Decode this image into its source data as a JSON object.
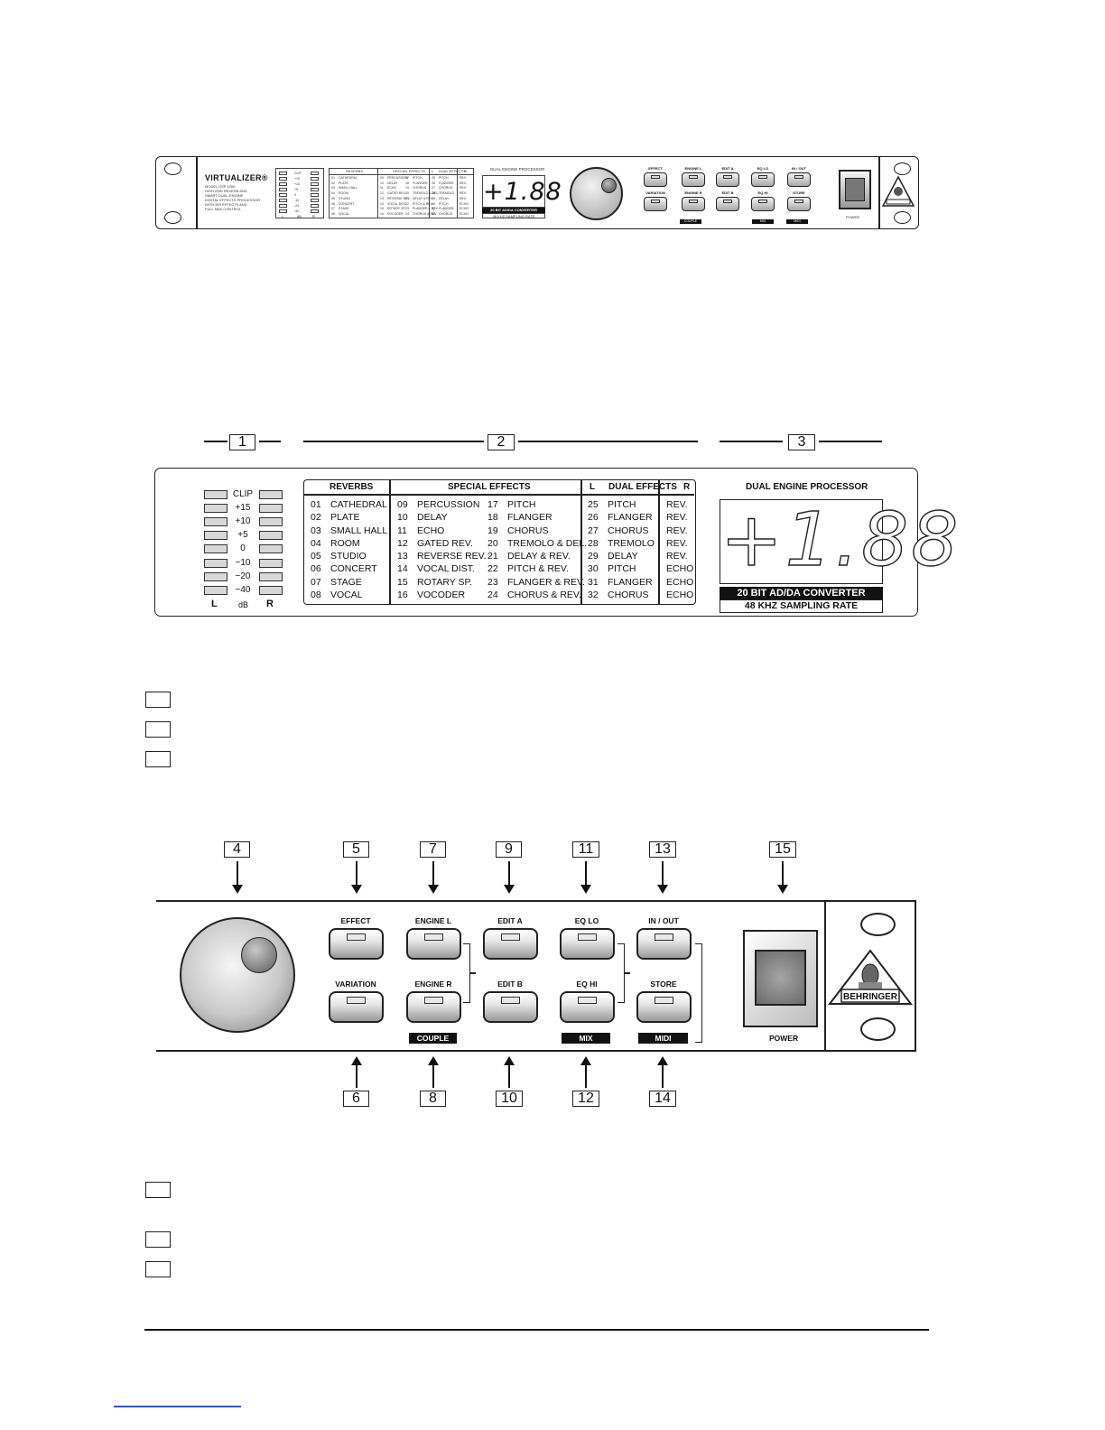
{
  "mini_panel": {
    "brand": "VIRTUALIZER®",
    "model_lines": [
      "MODEL DSP 1000",
      "HIGH-END REVERB AND",
      "SMART DUAL-ENGINE",
      "DIGITAL EFFECTS PROCESSOR",
      "WITH 810 EFFECTS AND",
      "FULL MIDI CONTROL"
    ],
    "meter_labels": [
      "CLIP",
      "+15",
      "+10",
      "+5",
      "0",
      "-10",
      "-20",
      "-40"
    ],
    "meter_footer": [
      "L",
      "dB",
      "R"
    ],
    "header": [
      "REVERBS",
      "SPECIAL EFFECTS",
      "L",
      "DUAL EFFECTS",
      "R"
    ],
    "processor_label": "DUAL ENGINE PROCESSOR",
    "display_value": "+1.88",
    "converter": "20 BIT AD/DA CONVERTER",
    "sampling": "48 KHZ SAMPLING RATE",
    "buttons": [
      "EFFECT",
      "ENGINE L",
      "EDIT A",
      "EQ LO",
      "IN / OUT",
      "VARIATION",
      "ENGINE R",
      "EDIT B",
      "EQ HI",
      "STORE"
    ],
    "bars": [
      "COUPLE",
      "MIX",
      "MIDI"
    ],
    "power": "POWER",
    "logo": "BEHRINGER"
  },
  "callouts_top": [
    "1",
    "2",
    "3"
  ],
  "display_panel": {
    "meter_labels": [
      "CLIP",
      "+15",
      "+10",
      "+5",
      "0",
      "−10",
      "−20",
      "−40"
    ],
    "meter_footer": {
      "left": "L",
      "mid": "dB",
      "right": "R"
    },
    "headers": {
      "reverbs": "REVERBS",
      "special": "SPECIAL  EFFECTS",
      "dual_l": "L",
      "dual": "DUAL  EFFECTS",
      "dual_r": "R"
    },
    "reverbs": [
      {
        "n": "01",
        "name": "CATHEDRAL"
      },
      {
        "n": "02",
        "name": "PLATE"
      },
      {
        "n": "03",
        "name": "SMALL HALL"
      },
      {
        "n": "04",
        "name": "ROOM"
      },
      {
        "n": "05",
        "name": "STUDIO"
      },
      {
        "n": "06",
        "name": "CONCERT"
      },
      {
        "n": "07",
        "name": "STAGE"
      },
      {
        "n": "08",
        "name": "VOCAL"
      }
    ],
    "special_a": [
      {
        "n": "09",
        "name": "PERCUSSION"
      },
      {
        "n": "10",
        "name": "DELAY"
      },
      {
        "n": "11",
        "name": "ECHO"
      },
      {
        "n": "12",
        "name": "GATED REV."
      },
      {
        "n": "13",
        "name": "REVERSE REV."
      },
      {
        "n": "14",
        "name": "VOCAL DIST."
      },
      {
        "n": "15",
        "name": "ROTARY SP."
      },
      {
        "n": "16",
        "name": "VOCODER"
      }
    ],
    "special_b": [
      {
        "n": "17",
        "name": "PITCH"
      },
      {
        "n": "18",
        "name": "FLANGER"
      },
      {
        "n": "19",
        "name": "CHORUS"
      },
      {
        "n": "20",
        "name": "TREMOLO & DEL."
      },
      {
        "n": "21",
        "name": "DELAY & REV."
      },
      {
        "n": "22",
        "name": "PITCH & REV."
      },
      {
        "n": "23",
        "name": "FLANGER & REV."
      },
      {
        "n": "24",
        "name": "CHORUS & REV."
      }
    ],
    "dual": [
      {
        "n": "25",
        "name": "PITCH",
        "r": "REV."
      },
      {
        "n": "26",
        "name": "FLANGER",
        "r": "REV."
      },
      {
        "n": "27",
        "name": "CHORUS",
        "r": "REV."
      },
      {
        "n": "28",
        "name": "TREMOLO",
        "r": "REV."
      },
      {
        "n": "29",
        "name": "DELAY",
        "r": "REV."
      },
      {
        "n": "30",
        "name": "PITCH",
        "r": "ECHO"
      },
      {
        "n": "31",
        "name": "FLANGER",
        "r": "ECHO"
      },
      {
        "n": "32",
        "name": "CHORUS",
        "r": "ECHO"
      }
    ],
    "processor_label": "DUAL ENGINE PROCESSOR",
    "display_value": "+1.88",
    "converter": "20 BIT AD/DA CONVERTER",
    "sampling": "48 KHZ SAMPLING RATE"
  },
  "controls": {
    "callouts_top": [
      "4",
      "5",
      "7",
      "9",
      "11",
      "13",
      "15"
    ],
    "callouts_bottom": [
      "6",
      "8",
      "10",
      "12",
      "14"
    ],
    "buttons_top": [
      "EFFECT",
      "ENGINE  L",
      "EDIT A",
      "EQ  LO",
      "IN / OUT"
    ],
    "buttons_bottom": [
      "VARIATION",
      "ENGINE R",
      "EDIT B",
      "EQ  HI",
      "STORE"
    ],
    "bars": [
      "COUPLE",
      "MIX",
      "MIDI"
    ],
    "power_label": "POWER",
    "logo": "BEHRINGER"
  },
  "colors": {
    "ink": "#111111",
    "led": "#d8d8d8",
    "link": "#3355cc"
  }
}
